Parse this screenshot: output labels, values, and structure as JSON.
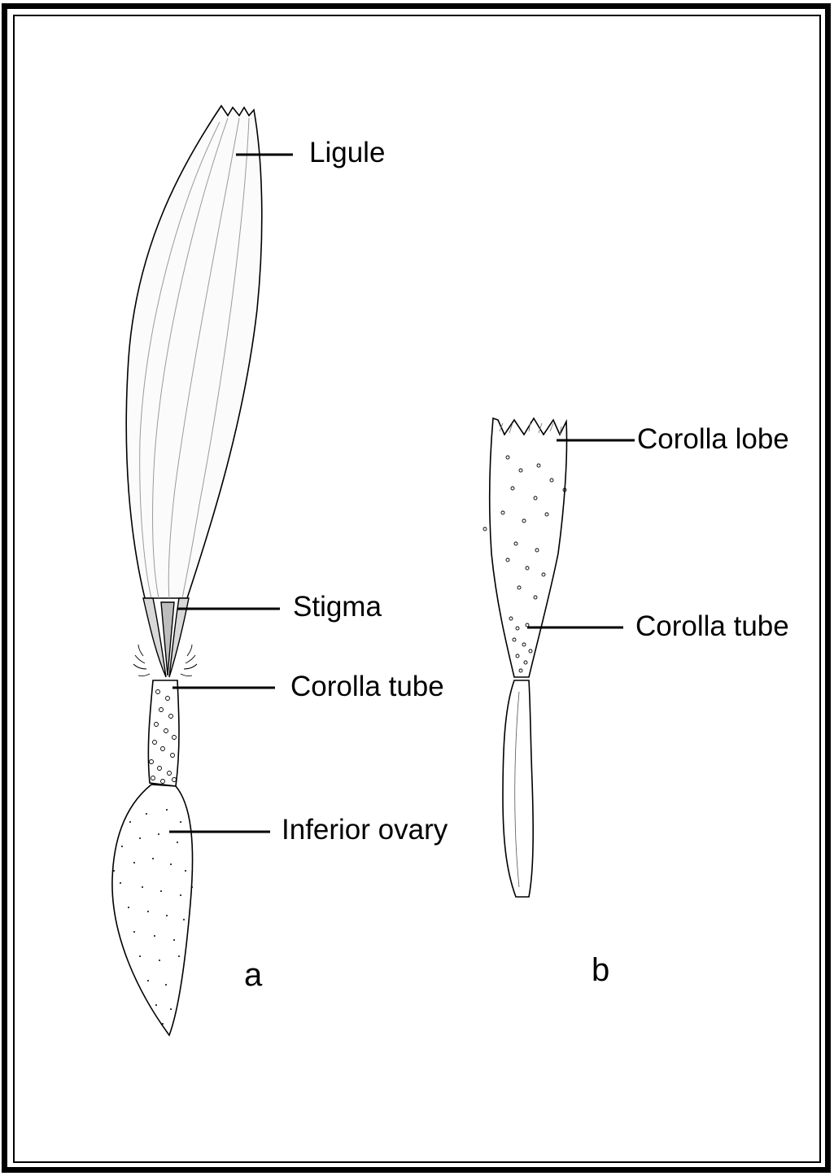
{
  "labels": {
    "ligule": "Ligule",
    "stigma": "Stigma",
    "corolla_tube_a": "Corolla tube",
    "inferior_ovary": "Inferior ovary",
    "corolla_lobe": "Corolla lobe",
    "corolla_tube_b": "Corolla tube"
  },
  "panels": {
    "a": "a",
    "b": "b"
  }
}
